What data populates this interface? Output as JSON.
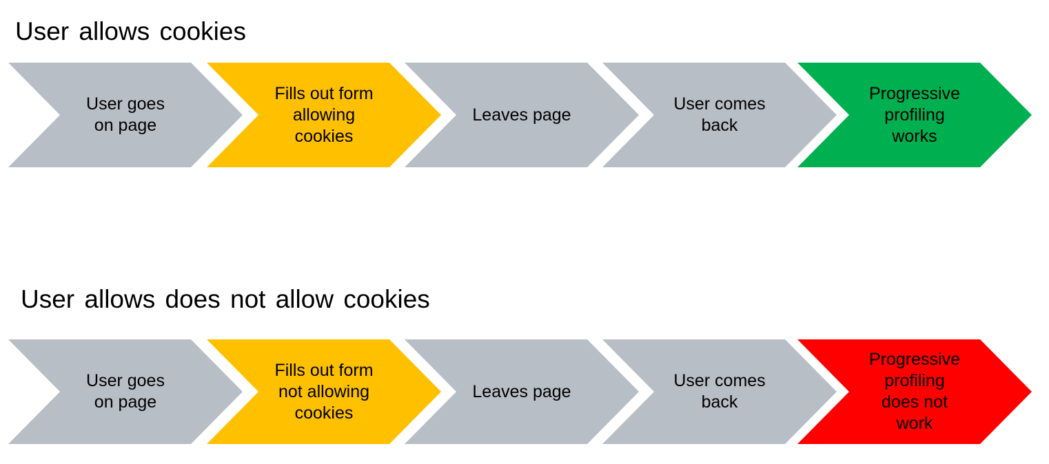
{
  "colors": {
    "gray": "#b7bec5",
    "yellow": "#ffc000",
    "green": "#00b050",
    "red": "#ff0000"
  },
  "flows": [
    {
      "title": "User allows cookies",
      "steps": [
        {
          "label": "User goes\non page",
          "color": "#b7bec5"
        },
        {
          "label": "Fills out form\nallowing\ncookies",
          "color": "#ffc000"
        },
        {
          "label": "Leaves page",
          "color": "#b7bec5"
        },
        {
          "label": "User comes\nback",
          "color": "#b7bec5"
        },
        {
          "label": "Progressive\nprofiling\nworks",
          "color": "#00b050"
        }
      ]
    },
    {
      "title": "User allows does not allow cookies",
      "steps": [
        {
          "label": "User goes\non page",
          "color": "#b7bec5"
        },
        {
          "label": "Fills out form\nnot allowing\ncookies",
          "color": "#ffc000"
        },
        {
          "label": "Leaves page",
          "color": "#b7bec5"
        },
        {
          "label": "User comes\nback",
          "color": "#b7bec5"
        },
        {
          "label": "Progressive\nprofiling\ndoes not\nwork",
          "color": "#ff0000"
        }
      ]
    }
  ]
}
